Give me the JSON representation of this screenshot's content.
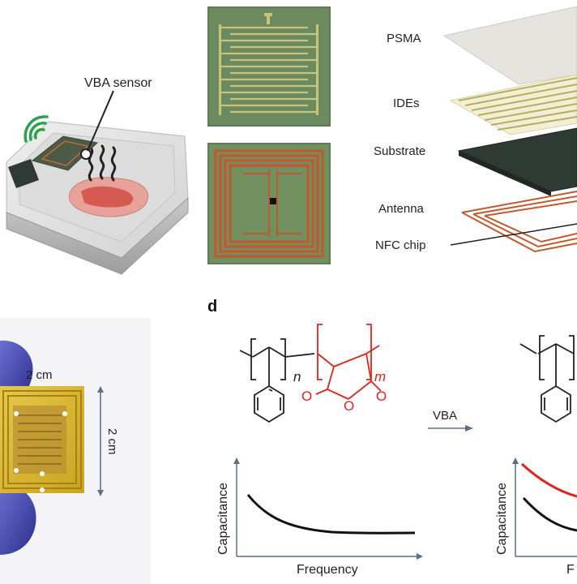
{
  "panel_a": {
    "sensor_label": "VBA sensor"
  },
  "panel_c": {
    "layers": {
      "psma": "PSMA",
      "ides": "IDEs",
      "substrate": "Substrate",
      "antenna": "Antenna",
      "nfc_chip": "NFC chip"
    }
  },
  "panel_b": {
    "width_label": "2 cm",
    "height_label": "2 cm"
  },
  "panel_d": {
    "letter": "d",
    "subscript_n": "n",
    "subscript_m": "m",
    "oxygen_1": "O",
    "oxygen_2": "O",
    "oxygen_3": "O",
    "arrow_label": "VBA",
    "plot_left": {
      "xlabel": "Frequency",
      "ylabel": "Capacitance"
    },
    "plot_right": {
      "xlabel": "F",
      "ylabel": "Capacitance"
    }
  },
  "colors": {
    "copper": "#c05a2e",
    "gold_trace": "#b5b060",
    "polymer_red": "#e0241b",
    "axis_blue": "#5a6f8c",
    "chip_board": "#6f8a5c"
  }
}
